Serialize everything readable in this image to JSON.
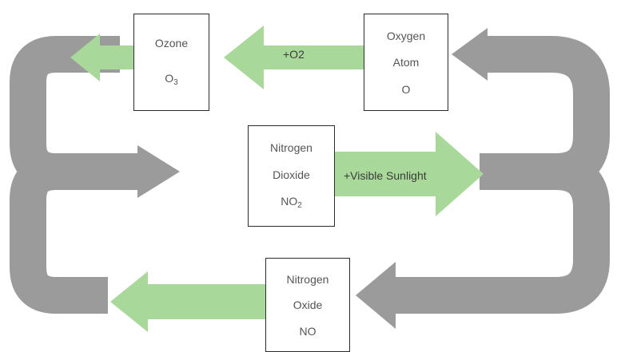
{
  "colors": {
    "cycle_gray": "#9b9b9b",
    "green_arrow": "#a9d99a",
    "box_border": "#2b2b2b"
  },
  "boxes": {
    "ozone": {
      "line1": "Ozone",
      "line2": "O",
      "sub": "3"
    },
    "oxygen_atom": {
      "line1": "Oxygen",
      "line2": "Atom",
      "line3": "O"
    },
    "nitrogen_dioxide": {
      "line1": "Nitrogen",
      "line2": "Dioxide",
      "line3": "NO",
      "sub": "2"
    },
    "nitrogen_oxide": {
      "line1": "Nitrogen",
      "line2": "Oxide",
      "line3": "NO"
    }
  },
  "labels": {
    "plus_o2": "+O2",
    "visible_sunlight": "+Visible Sunlight"
  }
}
